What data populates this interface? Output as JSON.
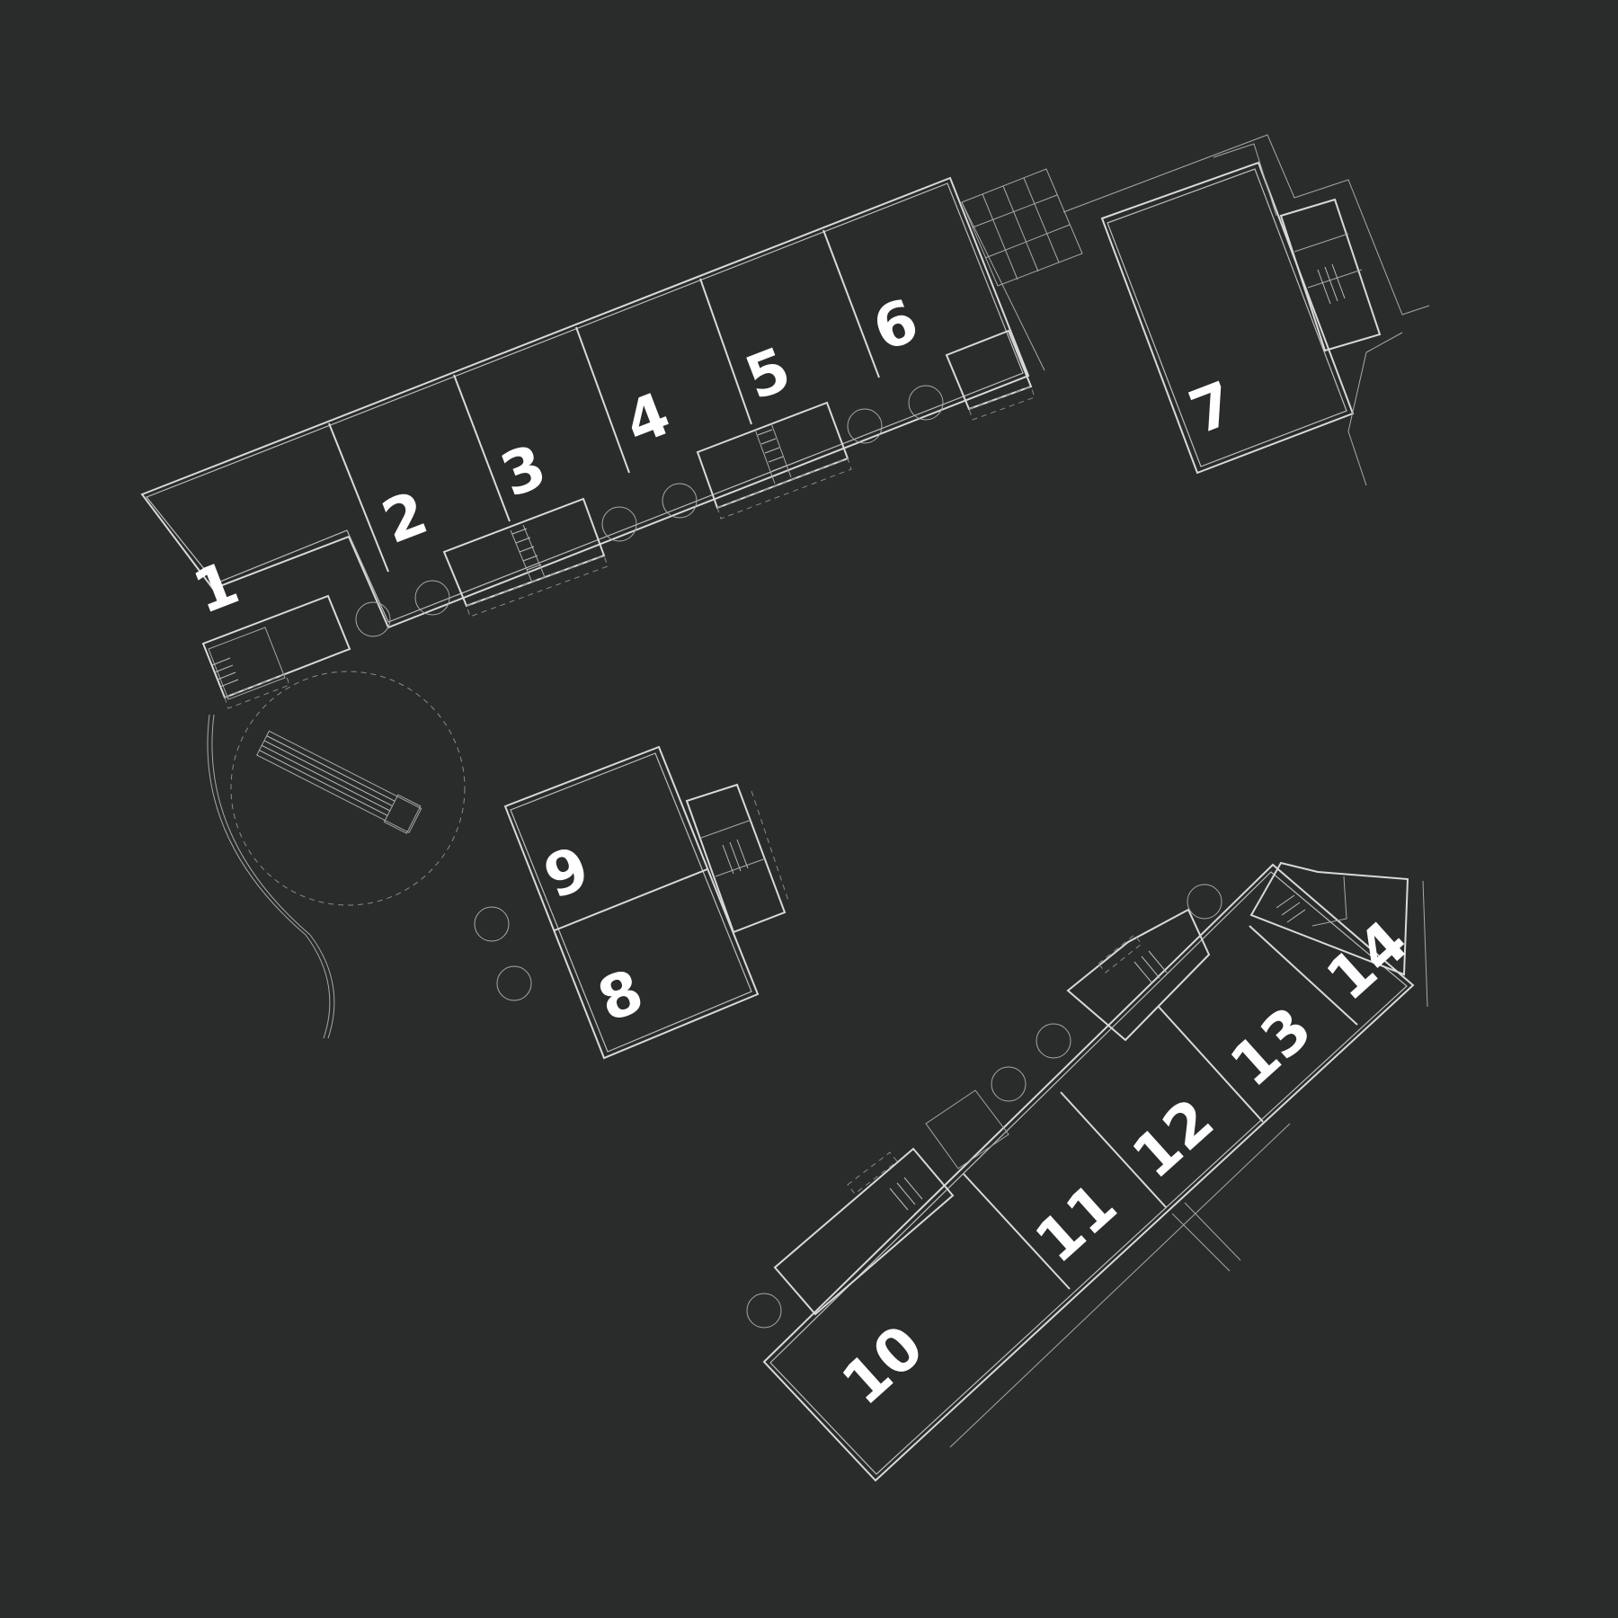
{
  "units": [
    {
      "id": "1",
      "label": "1"
    },
    {
      "id": "2",
      "label": "2"
    },
    {
      "id": "3",
      "label": "3"
    },
    {
      "id": "4",
      "label": "4"
    },
    {
      "id": "5",
      "label": "5"
    },
    {
      "id": "6",
      "label": "6"
    },
    {
      "id": "7",
      "label": "7"
    },
    {
      "id": "8",
      "label": "8"
    },
    {
      "id": "9",
      "label": "9"
    },
    {
      "id": "10",
      "label": "10"
    },
    {
      "id": "11",
      "label": "11"
    },
    {
      "id": "12",
      "label": "12"
    },
    {
      "id": "13",
      "label": "13"
    },
    {
      "id": "14",
      "label": "14"
    }
  ],
  "colors": {
    "background": "#2a2b2b",
    "linework": "#d9d9d9",
    "label": "#ffffff"
  }
}
